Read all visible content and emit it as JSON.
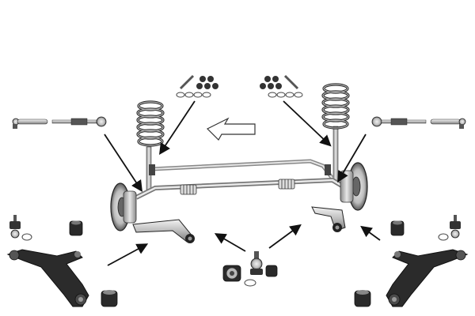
{
  "diagram": {
    "type": "exploded-parts-diagram",
    "subject": "front-suspension-kit",
    "colors": {
      "background": "#ffffff",
      "metal_light": "#d6d6d6",
      "metal_mid": "#9a9a9a",
      "metal_dark": "#3a3a3a",
      "outline": "#1a1a1a",
      "arrow": "#111111"
    },
    "parts": [
      {
        "id": "tie-rod-end-left",
        "icon": "tie-rod-end-icon"
      },
      {
        "id": "inner-tie-rod-left",
        "icon": "inner-tie-rod-icon"
      },
      {
        "id": "tie-rod-end-right",
        "icon": "tie-rod-end-icon"
      },
      {
        "id": "inner-tie-rod-right",
        "icon": "inner-tie-rod-icon"
      },
      {
        "id": "stabilizer-link-kit-left",
        "icon": "bolt-nut-kit-icon"
      },
      {
        "id": "stabilizer-link-kit-right",
        "icon": "bolt-nut-kit-icon"
      },
      {
        "id": "coil-spring-left",
        "icon": "coil-spring-icon"
      },
      {
        "id": "coil-spring-right",
        "icon": "coil-spring-icon"
      },
      {
        "id": "ball-joint-left",
        "icon": "ball-joint-icon"
      },
      {
        "id": "ball-joint-right",
        "icon": "ball-joint-icon"
      },
      {
        "id": "bushing-left",
        "icon": "bushing-icon"
      },
      {
        "id": "bushing-right",
        "icon": "bushing-icon"
      },
      {
        "id": "control-arm-left",
        "icon": "control-arm-icon"
      },
      {
        "id": "control-arm-right",
        "icon": "control-arm-icon"
      },
      {
        "id": "center-bushing-ball-joint-kit",
        "icon": "bushing-kit-icon"
      }
    ],
    "arrows": 8
  }
}
